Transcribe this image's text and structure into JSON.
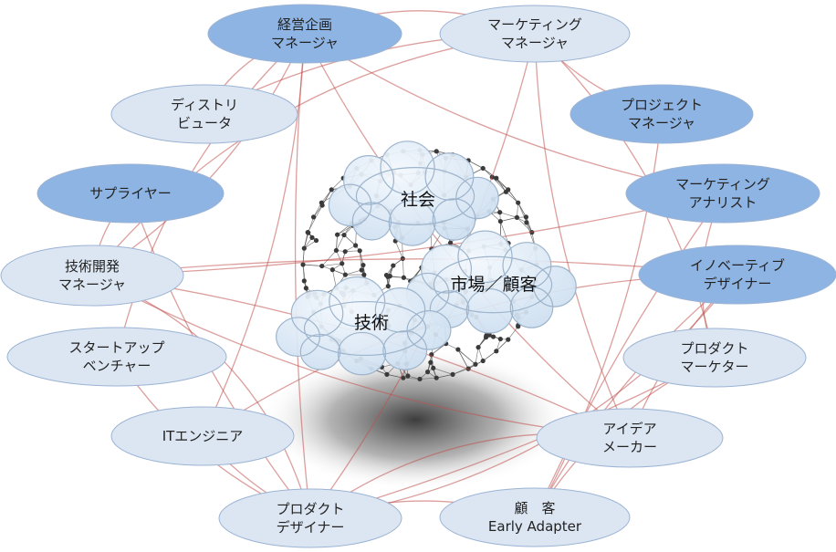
{
  "diagram": {
    "clouds": [
      {
        "id": "society",
        "label": "社会"
      },
      {
        "id": "market",
        "label": "市場／顧客"
      },
      {
        "id": "technology",
        "label": "技術"
      }
    ],
    "nodes": [
      {
        "id": "planning-manager",
        "lines": [
          "経営企画",
          "マネージャ"
        ],
        "style": "dark"
      },
      {
        "id": "marketing-manager",
        "lines": [
          "マーケティング",
          "マネージャ"
        ],
        "style": "light"
      },
      {
        "id": "distributor",
        "lines": [
          "ディストリ",
          "ビュータ"
        ],
        "style": "light"
      },
      {
        "id": "project-manager",
        "lines": [
          "プロジェクト",
          "マネージャ"
        ],
        "style": "dark"
      },
      {
        "id": "supplier",
        "lines": [
          "サプライヤー"
        ],
        "style": "dark"
      },
      {
        "id": "marketing-analyst",
        "lines": [
          "マーケティング",
          "アナリスト"
        ],
        "style": "dark"
      },
      {
        "id": "tech-dev-manager",
        "lines": [
          "技術開発",
          "マネージャ"
        ],
        "style": "light"
      },
      {
        "id": "innovative-designer",
        "lines": [
          "イノベーティブ",
          "デザイナー"
        ],
        "style": "dark"
      },
      {
        "id": "startup-venture",
        "lines": [
          "スタートアップ",
          "ベンチャー"
        ],
        "style": "light"
      },
      {
        "id": "product-marketer",
        "lines": [
          "プロダクト",
          "マーケター"
        ],
        "style": "light"
      },
      {
        "id": "it-engineer",
        "lines": [
          "ITエンジニア"
        ],
        "style": "light"
      },
      {
        "id": "idea-maker",
        "lines": [
          "アイデア",
          "メーカー"
        ],
        "style": "light"
      },
      {
        "id": "product-designer",
        "lines": [
          "プロダクト",
          "デザイナー"
        ],
        "style": "light"
      },
      {
        "id": "customer-early-adapter",
        "lines": [
          "顧　客",
          "Early Adapter"
        ],
        "style": "light"
      }
    ],
    "colors": {
      "node_dark_fill": "#8eb4e3",
      "node_light_fill": "#dce6f2",
      "node_stroke": "#9bb3d4",
      "arrow": "#c0504d",
      "cloud_fill": "#dbe9f6",
      "cloud_stroke": "#9db4cc",
      "network": "#555555"
    }
  }
}
